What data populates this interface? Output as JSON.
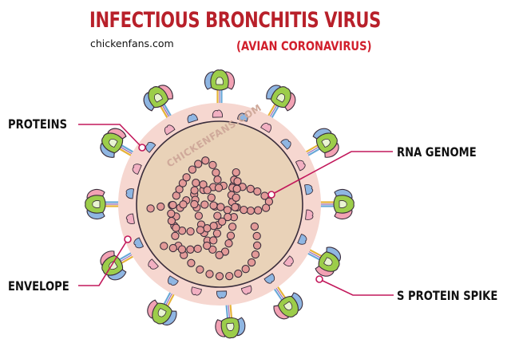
{
  "header": {
    "title": "INFECTIOUS BRONCHITIS VIRUS",
    "subtitle": "(AVIAN CORONAVIRUS)",
    "website": "chickenfans.com"
  },
  "watermark": "CHICKENFANS.COM",
  "labels": {
    "proteins": "PROTEINS",
    "envelope": "ENVELOPE",
    "rna_genome": "RNA GENOME",
    "s_protein_spike": "S PROTEIN SPIKE"
  },
  "colors": {
    "title_red": "#b8202a",
    "leader_line": "#c2185b",
    "envelope_outer": "#f6d7d0",
    "envelope_core": "#e9d2b8",
    "rna_bead": "#e39a98",
    "spike_green": "#9ccd4a",
    "spike_pink": "#f2a2b4",
    "spike_blue": "#8fb6e2",
    "outline": "#3a2d3b"
  }
}
